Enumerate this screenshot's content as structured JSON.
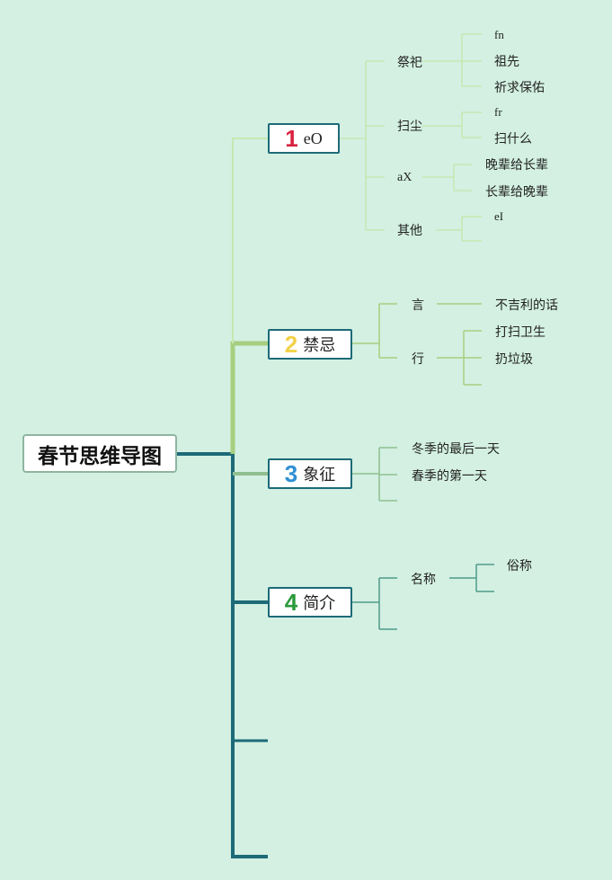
{
  "title": "春节思维导图",
  "branches": [
    {
      "number": "1",
      "number_color": "#d9213e",
      "label": "eO",
      "children": [
        {
          "label": "祭祀",
          "children": [
            "fn",
            "祖先",
            "祈求保佑"
          ]
        },
        {
          "label": "扫尘",
          "children": [
            "fr",
            "扫什么"
          ]
        },
        {
          "label": "aX",
          "children": [
            "晚辈给长辈",
            "长辈给晚辈"
          ]
        },
        {
          "label": "其他",
          "children": [
            "eI"
          ]
        }
      ]
    },
    {
      "number": "2",
      "number_color": "#f2d24a",
      "label": "禁忌",
      "children": [
        {
          "label": "言",
          "children": [
            "不吉利的话"
          ]
        },
        {
          "label": "行",
          "children": [
            "打扫卫生",
            "扔垃圾"
          ]
        }
      ]
    },
    {
      "number": "3",
      "number_color": "#2f8fd3",
      "label": "象征",
      "children": [
        {
          "label": "冬季的最后一天",
          "children": []
        },
        {
          "label": "春季的第一天",
          "children": []
        }
      ]
    },
    {
      "number": "4",
      "number_color": "#2a9a3a",
      "label": "简介",
      "children": [
        {
          "label": "名称",
          "children": [
            "俗称"
          ]
        }
      ]
    }
  ],
  "colors": {
    "trunk": "#1d6a78",
    "branch1": "#b9e3a2",
    "branch2": "#a6cf7f",
    "branch3": "#8fbf8f",
    "branch4": "#4f9a8a"
  }
}
